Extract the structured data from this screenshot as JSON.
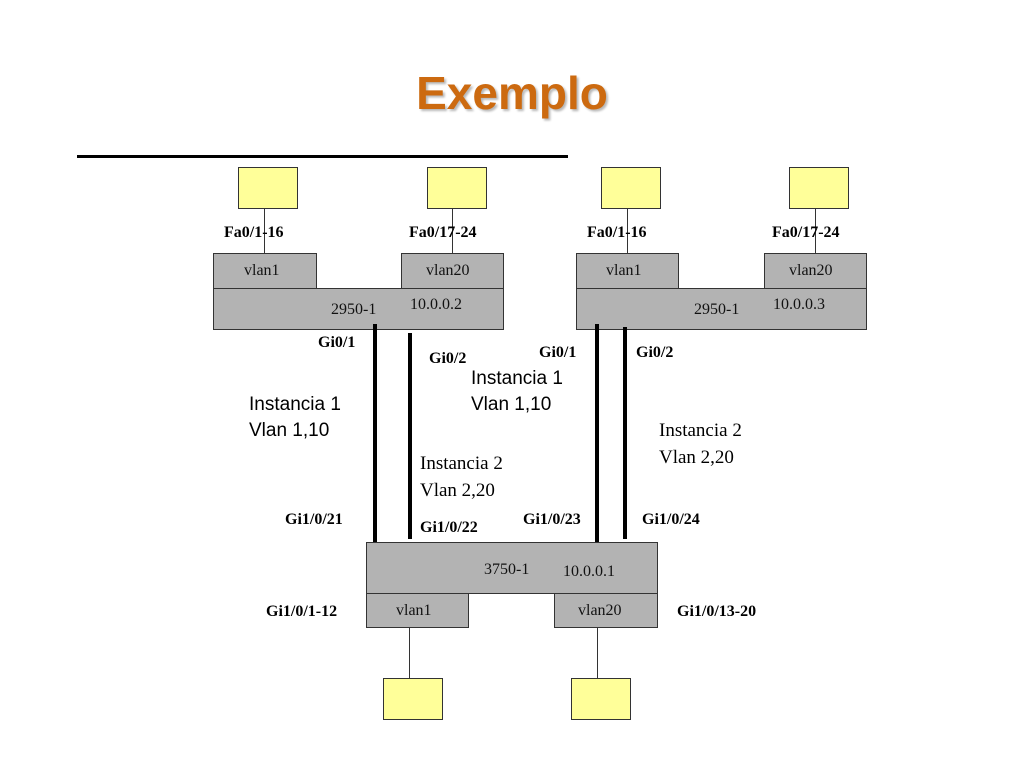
{
  "slide": {
    "title": "Exemplo",
    "colors": {
      "title": "#cc6a10",
      "host_fill": "#ffff99",
      "switch_fill": "#b3b3b3"
    }
  },
  "switches": {
    "left_2950": {
      "name": "2950-1",
      "ip": "10.0.0.2",
      "vlan_a": "vlan1",
      "vlan_b": "vlan20",
      "port_a": "Fa0/1-16",
      "port_b": "Fa0/17-24",
      "uplink_1": "Gi0/1",
      "uplink_2": "Gi0/2"
    },
    "right_2950": {
      "name": "2950-1",
      "ip": "10.0.0.3",
      "vlan_a": "vlan1",
      "vlan_b": "vlan20",
      "port_a": "Fa0/1-16",
      "port_b": "Fa0/17-24",
      "uplink_1": "Gi0/1",
      "uplink_2": "Gi0/2"
    },
    "core_3750": {
      "name": "3750-1",
      "ip": "10.0.0.1",
      "vlan_a": "vlan1",
      "vlan_b": "vlan20",
      "port_a": "Gi1/0/1-12",
      "port_b": "Gi1/0/13-20",
      "downlink_21": "Gi1/0/21",
      "downlink_22": "Gi1/0/22",
      "downlink_23": "Gi1/0/23",
      "downlink_24": "Gi1/0/24"
    }
  },
  "instances": {
    "left_inst1": "Instancia 1\nVlan 1,10",
    "left_inst2": "Instancia 2\nVlan 2,20",
    "right_inst1": "Instancia 1\nVlan 1,10",
    "right_inst2": "Instancia 2\nVlan 2,20"
  }
}
